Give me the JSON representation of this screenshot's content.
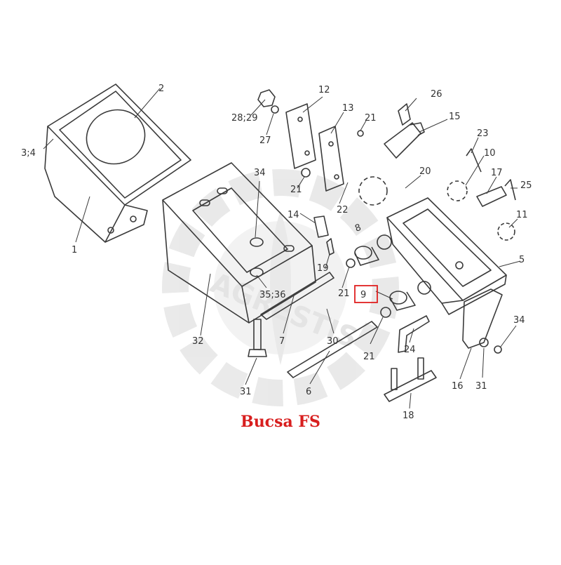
{
  "caption": "Bucsa FS",
  "watermark": "AGRESTIS",
  "highlighted_part": "9",
  "colors": {
    "caption": "#d81e1e",
    "highlight_box": "#e02020",
    "line": "#3a3a3a",
    "watermark": "#d8d8d8"
  },
  "labels": {
    "l1": "1",
    "l2": "2",
    "l34": "3;4",
    "l5": "5",
    "l6": "6",
    "l7": "7",
    "l8": "8",
    "l9": "9",
    "l10": "10",
    "l11": "11",
    "l12": "12",
    "l13": "13",
    "l14": "14",
    "l15": "15",
    "l16": "16",
    "l17": "17",
    "l18": "18",
    "l19": "19",
    "l20": "20",
    "l21a": "21",
    "l21b": "21",
    "l21c": "21",
    "l21d": "21",
    "l22": "22",
    "l23": "23",
    "l24": "24",
    "l25": "25",
    "l26": "26",
    "l27": "27",
    "l2829": "28;29",
    "l30": "30",
    "l31a": "31",
    "l31b": "31",
    "l32": "32",
    "l34a": "34",
    "l34b": "34",
    "l3536": "35;36"
  }
}
